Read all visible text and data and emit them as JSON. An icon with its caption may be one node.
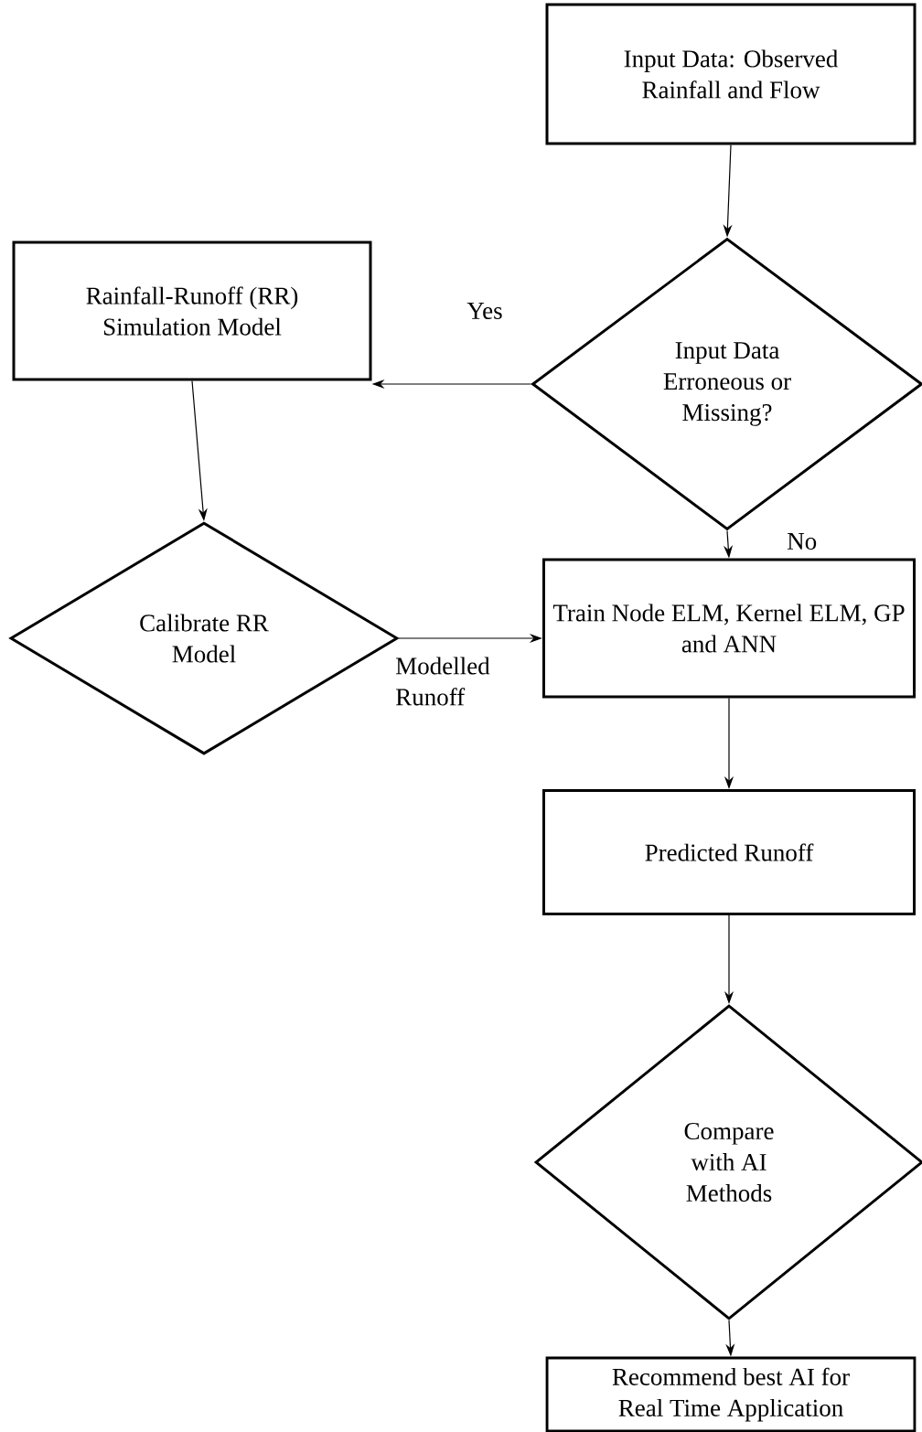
{
  "diagram": {
    "nodes": [
      {
        "text": [
          "Input Data: Observed Rainfall and Flow"
        ]
      },
      {
        "text": [
          "Input Data Erroneous or Missing?"
        ]
      },
      {
        "text": [
          "Rainfall-Runoff (RR) Simulation Model"
        ]
      },
      {
        "text": [
          "Calibrate RR Model"
        ]
      },
      {
        "text": [
          "Train Node ELM, Kernel ELM, GP and ANN"
        ]
      },
      {
        "text": [
          "Predicted Runoff"
        ]
      },
      {
        "text": [
          "Compare with AI Methods"
        ]
      },
      {
        "text": [
          "Recommend best AI for Real Time Application"
        ]
      }
    ],
    "edges": [
      {
        "from": 0,
        "to": 1,
        "arrow": "to"
      },
      {
        "from": 1,
        "to": 2,
        "arrow": "to",
        "label": "Yes"
      },
      {
        "from": 1,
        "to": 4,
        "arrow": "to",
        "label": "No"
      },
      {
        "from": 2,
        "to": 3,
        "arrow": "to"
      },
      {
        "from": 3,
        "to": 4,
        "arrow": "to",
        "label": "Modelled Runoff"
      },
      {
        "from": 4,
        "to": 5,
        "arrow": "to"
      },
      {
        "from": 5,
        "to": 6,
        "arrow": "to"
      },
      {
        "from": 6,
        "to": 7,
        "arrow": "to"
      }
    ]
  }
}
